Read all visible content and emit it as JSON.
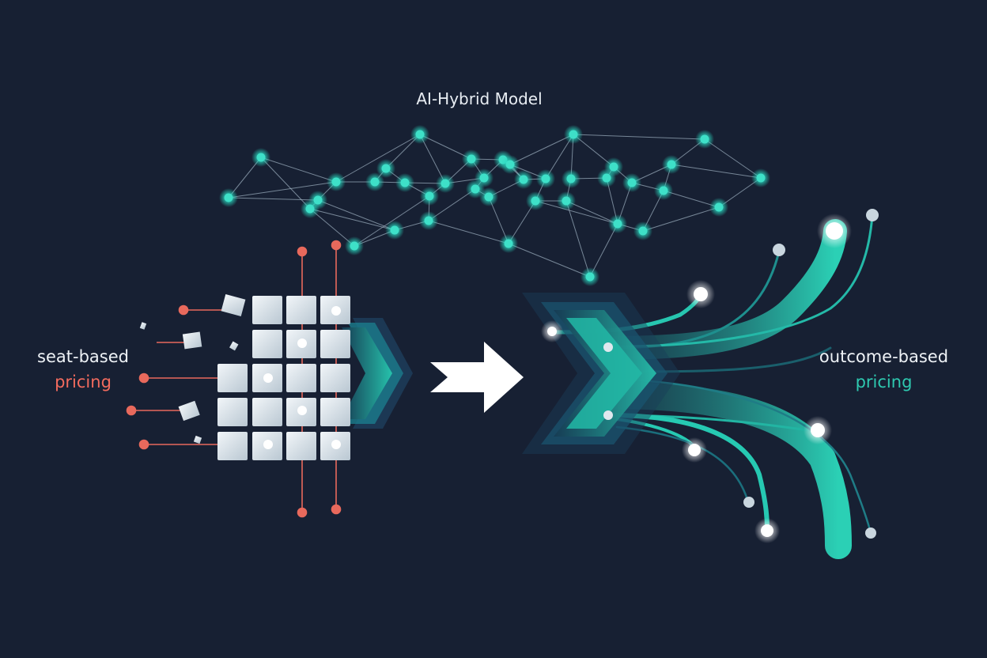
{
  "title": "AI-Hybrid Model",
  "left": {
    "line1": "seat-based",
    "line2": "pricing"
  },
  "right": {
    "line1": "outcome-based",
    "line2": "pricing"
  },
  "colors": {
    "background": "#172033",
    "teal": "#2ec9b0",
    "coral": "#f26b5e",
    "block": "#dfe8ee",
    "arrow": "#ffffff"
  },
  "icons": [
    "network-graph",
    "block-grid",
    "transition-arrow-icon",
    "chevron-stack",
    "flow-streams"
  ]
}
